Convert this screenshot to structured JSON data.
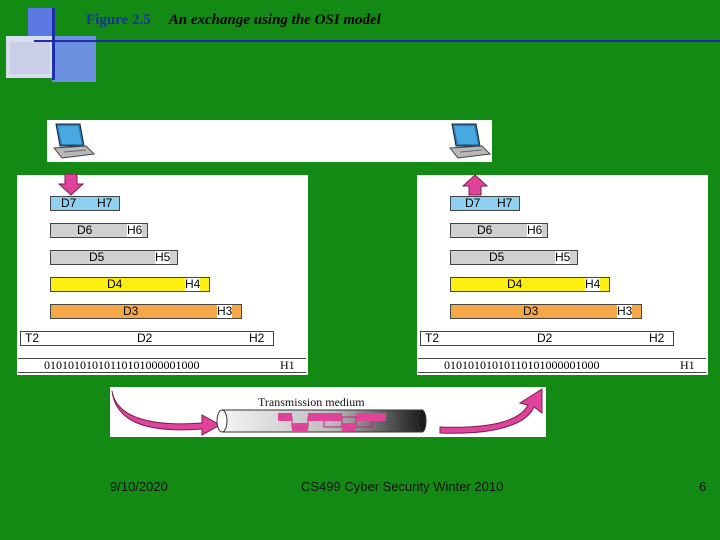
{
  "title": {
    "figure": "Figure 2.5",
    "caption": "An exchange using the OSI model"
  },
  "stack": {
    "data_units": [
      "D7",
      "D6",
      "D5",
      "D4",
      "D3",
      "D2"
    ],
    "headers": [
      "H7",
      "H6",
      "H5",
      "H4",
      "H3",
      "H2",
      "H1"
    ],
    "trailer": "T2",
    "bits": "01010101010110101000001000"
  },
  "medium_label": "Transmission medium",
  "colors": {
    "background": "#138a13",
    "d7": "#8fd0f0",
    "d4": "#ffef10",
    "d3": "#f5a84a",
    "arrow": "#e0449a",
    "title_blue": "#1d2fa8"
  },
  "footer": {
    "date": "9/10/2020",
    "course": "CS499 Cyber Security Winter 2010",
    "page": "6"
  }
}
